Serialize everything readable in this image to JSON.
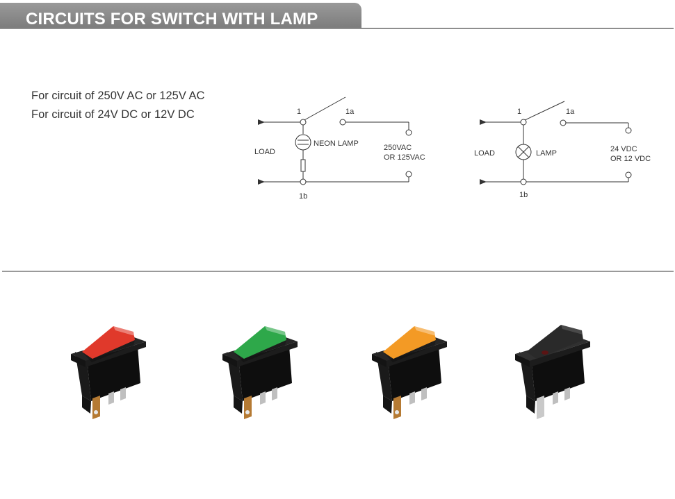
{
  "header": {
    "title": "CIRCUITS FOR SWITCH WITH LAMP"
  },
  "notes": [
    "For circuit of 250V AC or 125V AC",
    "For circuit of 24V DC or 12V DC"
  ],
  "circuit_ac": {
    "terminal_1": "1",
    "terminal_1a": "1a",
    "terminal_1b": "1b",
    "load_label": "LOAD",
    "lamp_label": "NEON LAMP",
    "supply_line1": "250VAC",
    "supply_line2": "OR 125VAC"
  },
  "circuit_dc": {
    "terminal_1": "1",
    "terminal_1a": "1a",
    "terminal_1b": "1b",
    "load_label": "LOAD",
    "lamp_label": "LAMP",
    "supply_line1": "24 VDC",
    "supply_line2": "OR 12 VDC"
  },
  "switches": [
    {
      "name": "red",
      "color": "#e0392b"
    },
    {
      "name": "green",
      "color": "#2ea84a"
    },
    {
      "name": "orange",
      "color": "#f39a25"
    },
    {
      "name": "black",
      "color": "#2a2a2a"
    }
  ]
}
